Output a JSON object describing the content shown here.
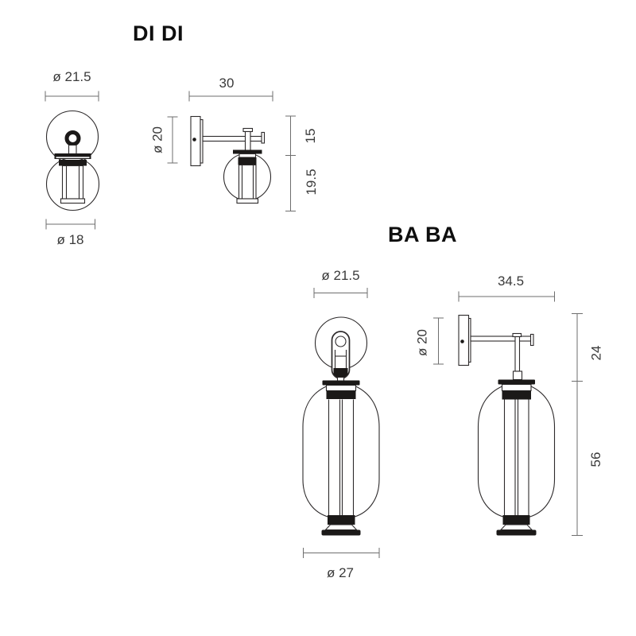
{
  "products": {
    "didi": {
      "title": "DI DI",
      "front": {
        "top_diameter": "ø 21.5",
        "bottom_diameter": "ø 18"
      },
      "side": {
        "width": "30",
        "plate_diameter": "ø 20",
        "upper_height": "15",
        "lower_height": "19.5"
      }
    },
    "baba": {
      "title": "BA BA",
      "front": {
        "top_diameter": "ø 21.5",
        "bottom_diameter": "ø 27"
      },
      "side": {
        "width": "34.5",
        "plate_diameter": "ø 20",
        "upper_height": "24",
        "lower_height": "56"
      }
    }
  },
  "colors": {
    "background": "#ffffff",
    "line": "#2d2a2b",
    "solid_fill": "#1b1918",
    "dimension_line": "#6e6e6e",
    "dimension_text": "#3a3a3a",
    "title_text": "#0e0e0e"
  }
}
